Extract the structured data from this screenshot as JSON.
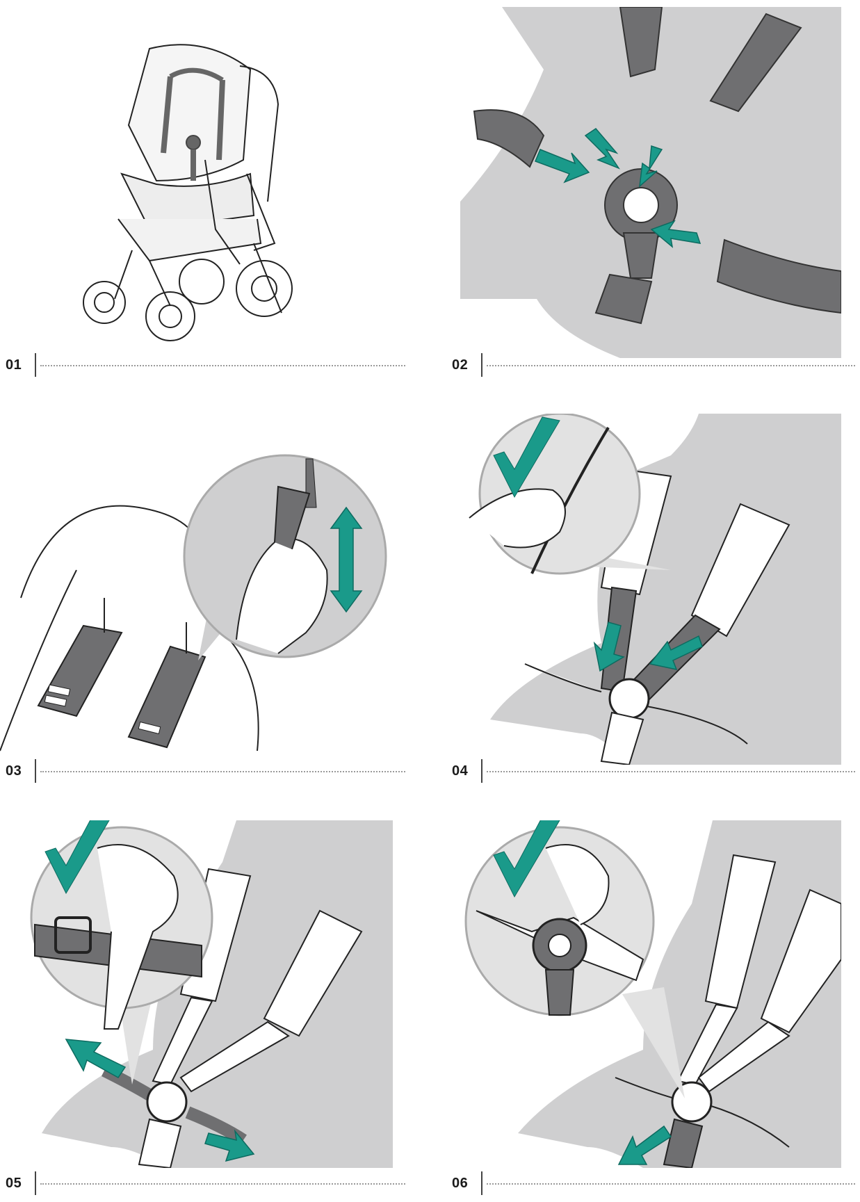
{
  "steps": [
    {
      "number": "01",
      "illustration": "stroller-with-harness"
    },
    {
      "number": "02",
      "illustration": "harness-buckle-assembly"
    },
    {
      "number": "03",
      "illustration": "shoulder-pad-height-adjust"
    },
    {
      "number": "04",
      "illustration": "shoulder-strap-check"
    },
    {
      "number": "05",
      "illustration": "hip-strap-adjust"
    },
    {
      "number": "06",
      "illustration": "crotch-buckle-check"
    }
  ],
  "colors": {
    "accent": "#1a9a8a",
    "strap": "#6f6f71",
    "silhouette": "#cfcfd0",
    "line": "#222222"
  }
}
